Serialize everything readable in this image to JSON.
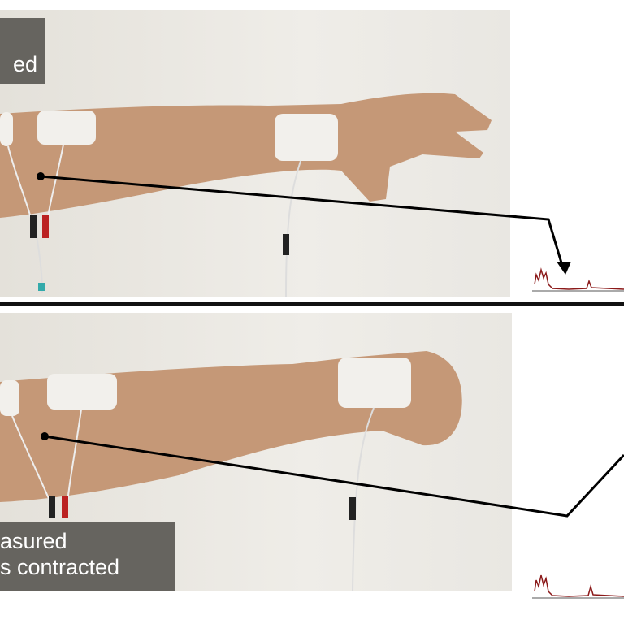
{
  "top_panel": {
    "label_lines": [
      "ed"
    ]
  },
  "bottom_panel": {
    "label_lines": [
      "asured",
      "s contracted"
    ]
  },
  "colors": {
    "skin": "#c59877",
    "electrode": "#f2f0ec",
    "label_bg": "#66645f",
    "signal": "#8b1a1a"
  }
}
